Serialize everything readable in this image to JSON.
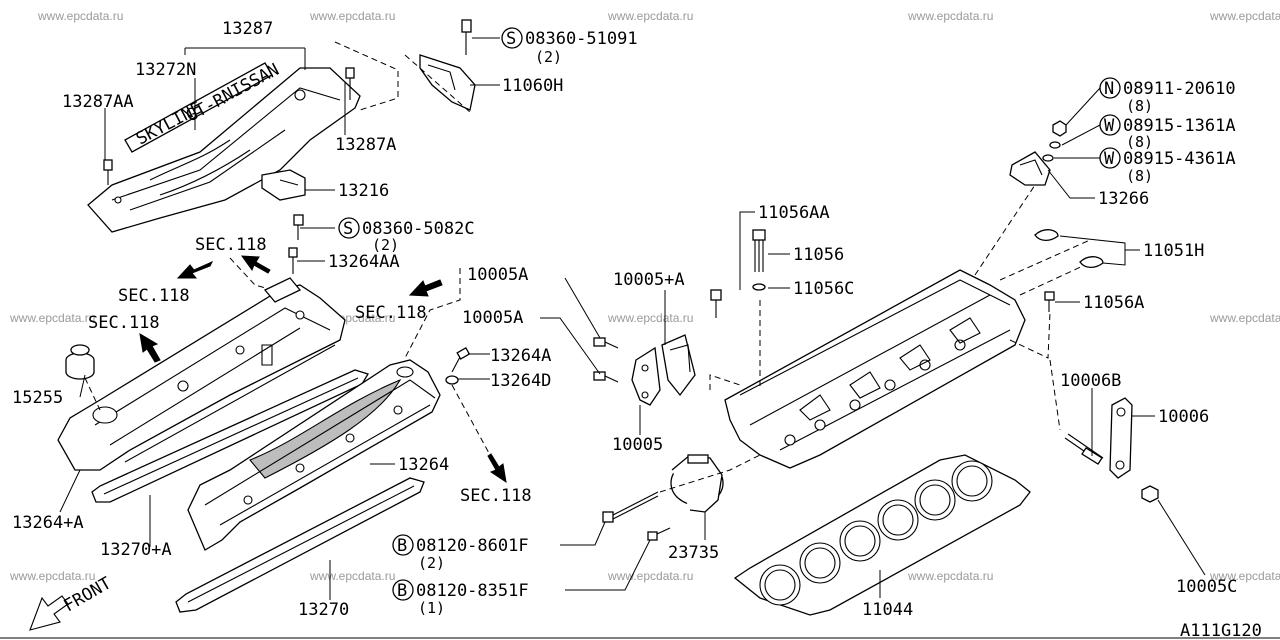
{
  "watermark": "www.epcdata.ru",
  "diagram_code": "A111G120",
  "front_label": "FRONT",
  "labels": {
    "p13287": "13287",
    "p13272N": "13272N",
    "p13287AA": "13287AA",
    "p13287A": "13287A",
    "p13216": "13216",
    "p08360_51091": "08360-51091",
    "p08360_51091_qty": "(2)",
    "p11060H": "11060H",
    "p08360_5082C": "08360-5082C",
    "p08360_5082C_qty": "(2)",
    "sec118_a": "SEC.118",
    "sec118_b": "SEC.118",
    "sec118_c": "SEC.118",
    "sec118_d": "SEC.118",
    "sec118_e": "SEC.118",
    "p13264AA": "13264AA",
    "p15255": "15255",
    "p13264plusA": "13264+A",
    "p13270plusA": "13270+A",
    "p13270": "13270",
    "p13264": "13264",
    "p13264A": "13264A",
    "p13264D": "13264D",
    "p10005A_a": "10005A",
    "p10005A_b": "10005A",
    "p10005plusA": "10005+A",
    "p10005": "10005",
    "p11056AA": "11056AA",
    "p11056": "11056",
    "p11056C": "11056C",
    "p08911_20610": "08911-20610",
    "p08911_20610_qty": "(8)",
    "p08915_1361A": "08915-1361A",
    "p08915_1361A_qty": "(8)",
    "p08915_4361A": "08915-4361A",
    "p08915_4361A_qty": "(8)",
    "p13266": "13266",
    "p11051H": "11051H",
    "p11056A": "11056A",
    "p10006B": "10006B",
    "p10006": "10006",
    "p10005C": "10005C",
    "p08120_8601F": "08120-8601F",
    "p08120_8601F_qty": "(2)",
    "p08120_8351F": "08120-8351F",
    "p08120_8351F_qty": "(1)",
    "p23735": "23735",
    "p11044": "11044"
  },
  "prefix_symbols": {
    "s1": "S",
    "s2": "S",
    "n1": "N",
    "w1": "W",
    "w2": "W",
    "b1": "B",
    "b2": "B"
  },
  "cover_text": {
    "left": "SKYLINE",
    "mid": "GT-R",
    "right": "NISSAN"
  }
}
